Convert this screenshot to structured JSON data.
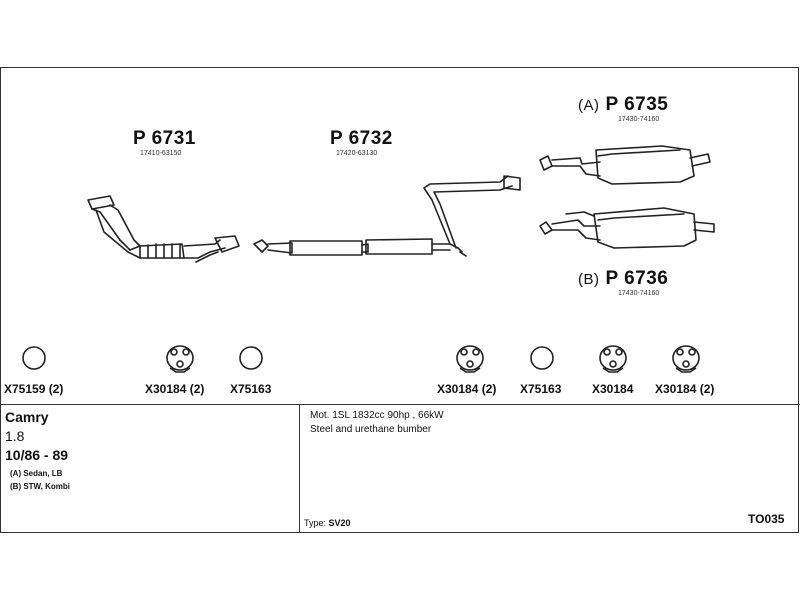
{
  "parts": {
    "p6731": {
      "code": "P 6731",
      "ref": "17410-63150"
    },
    "p6732": {
      "code": "P 6732",
      "ref": "17420-63130"
    },
    "p6735": {
      "variant": "(A)",
      "code": "P 6735",
      "ref": "17430-74160"
    },
    "p6736": {
      "variant": "(B)",
      "code": "P 6736",
      "ref": "17430-74160"
    }
  },
  "accessories": [
    {
      "label": "X75159 (2)",
      "kind": "ring"
    },
    {
      "label": "X30184 (2)",
      "kind": "hanger"
    },
    {
      "label": "X75163",
      "kind": "ring"
    },
    {
      "label": "X30184 (2)",
      "kind": "hanger"
    },
    {
      "label": "X75163",
      "kind": "ring"
    },
    {
      "label": "X30184",
      "kind": "hanger"
    },
    {
      "label": "X30184 (2)",
      "kind": "hanger"
    }
  ],
  "vehicle": {
    "model": "Camry",
    "engine": "1.8",
    "years": "10/86 - 89",
    "variant_a": "(A) Sedan, LB",
    "variant_b": "(B) STW, Kombi"
  },
  "specs": {
    "engine_line": "Mot. 1SL 1832cc 90hp , 66kW",
    "material_line": "Steel and urethane bumber",
    "type_label": "Type:",
    "type_value": "SV20"
  },
  "catalog_code": "TO035"
}
